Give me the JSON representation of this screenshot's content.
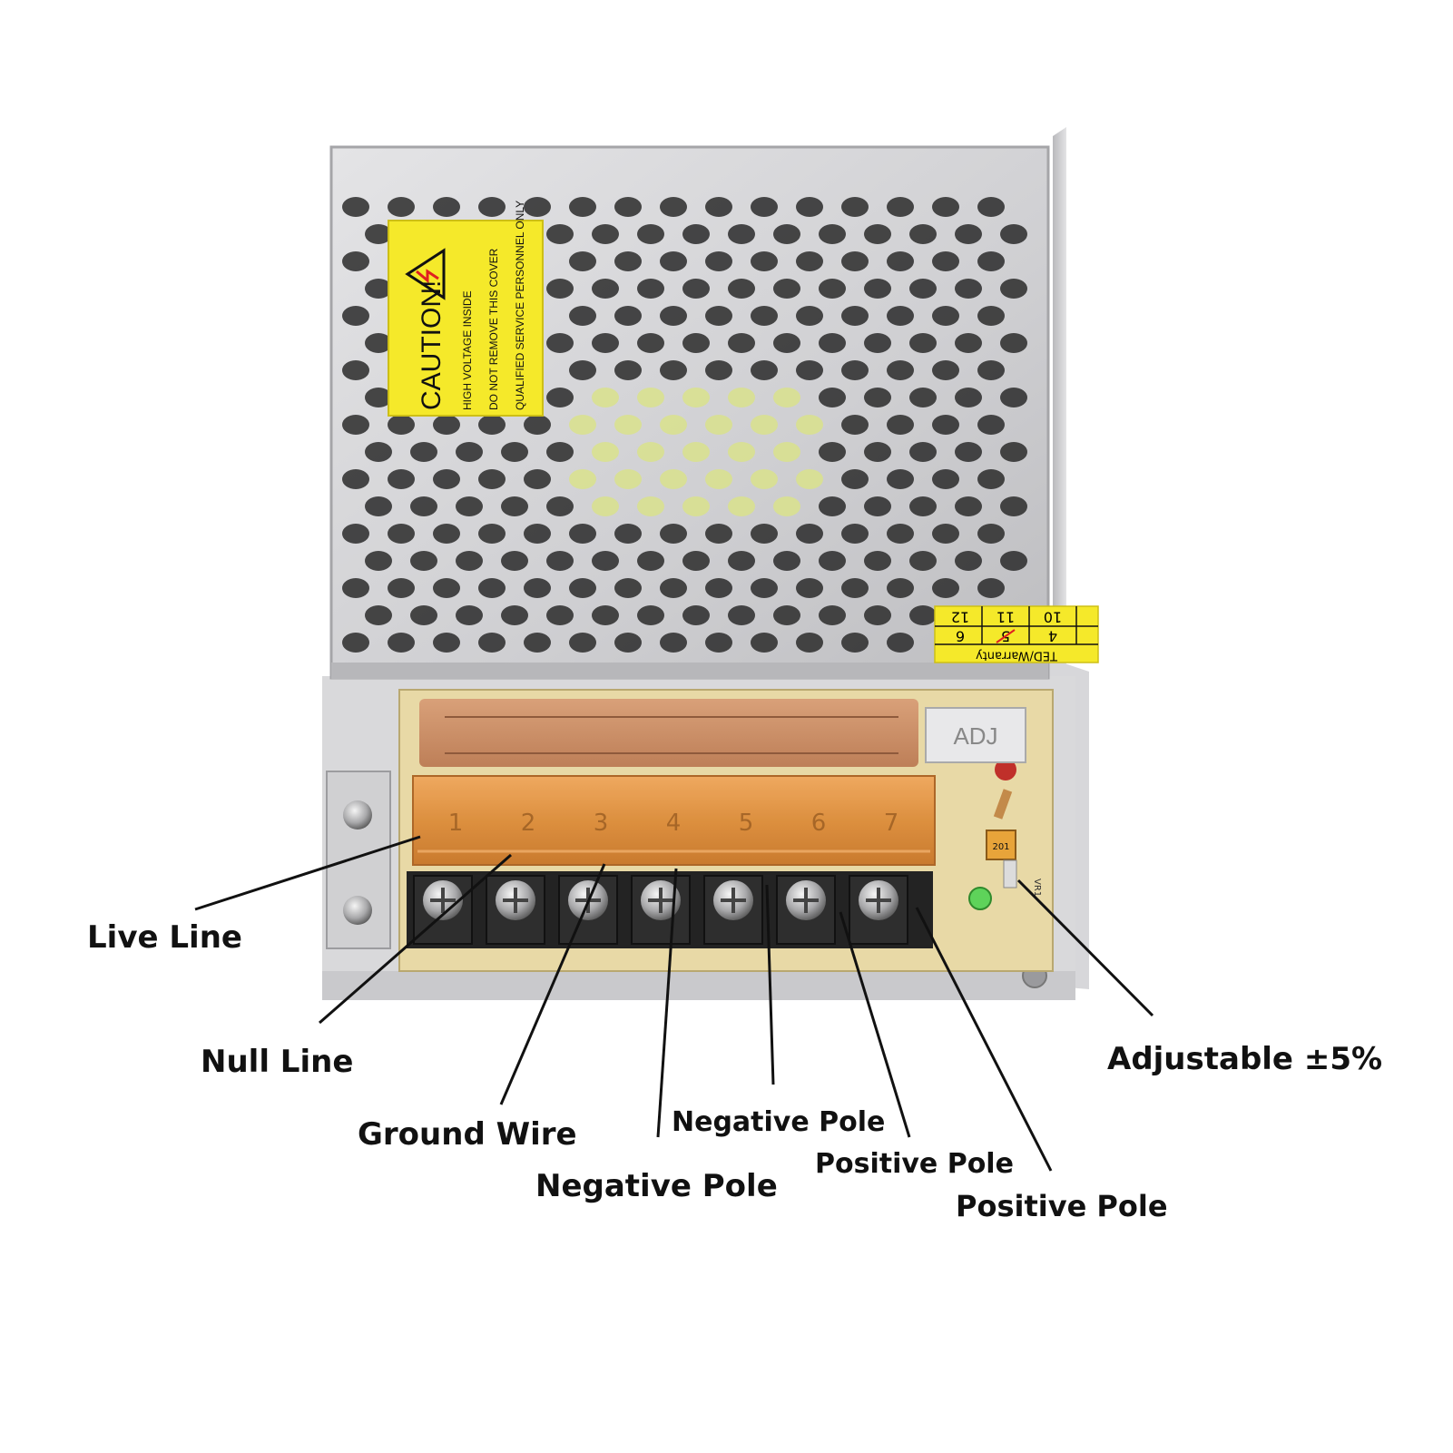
{
  "caution_label": {
    "heading": "CAUTION!",
    "line1": "HIGH VOLTAGE INSIDE",
    "line2": "DO NOT REMOVE THIS COVER",
    "line3": "QUALIFIED SERVICE PERSONNEL ONLY"
  },
  "warranty_sticker": {
    "row_top": [
      "12",
      "11",
      "10"
    ],
    "row_mid": [
      "6",
      "5",
      "4"
    ],
    "text": "TED/Warranty"
  },
  "terminal_numbers": [
    "1",
    "2",
    "3",
    "4",
    "5",
    "6",
    "7"
  ],
  "board_marks": {
    "pot_code": "201",
    "vr_mark": "VR1",
    "adj_mark": "ADJ"
  },
  "callouts": {
    "live_line": "Live Line",
    "null_line": "Null Line",
    "ground_wire": "Ground Wire",
    "negative_pole_a": "Negative Pole",
    "negative_pole_b": "Negative Pole",
    "positive_pole_a": "Positive Pole",
    "positive_pole_b": "Positive Pole",
    "adjustable": "Adjustable ±5%"
  },
  "colors": {
    "caution_yellow": "#f5e92a",
    "terminal_cover_orange": "#e0913c",
    "board_tan": "#e8d9a6",
    "case_silver": "#d2d2d4",
    "led_green": "#5ed35a"
  }
}
